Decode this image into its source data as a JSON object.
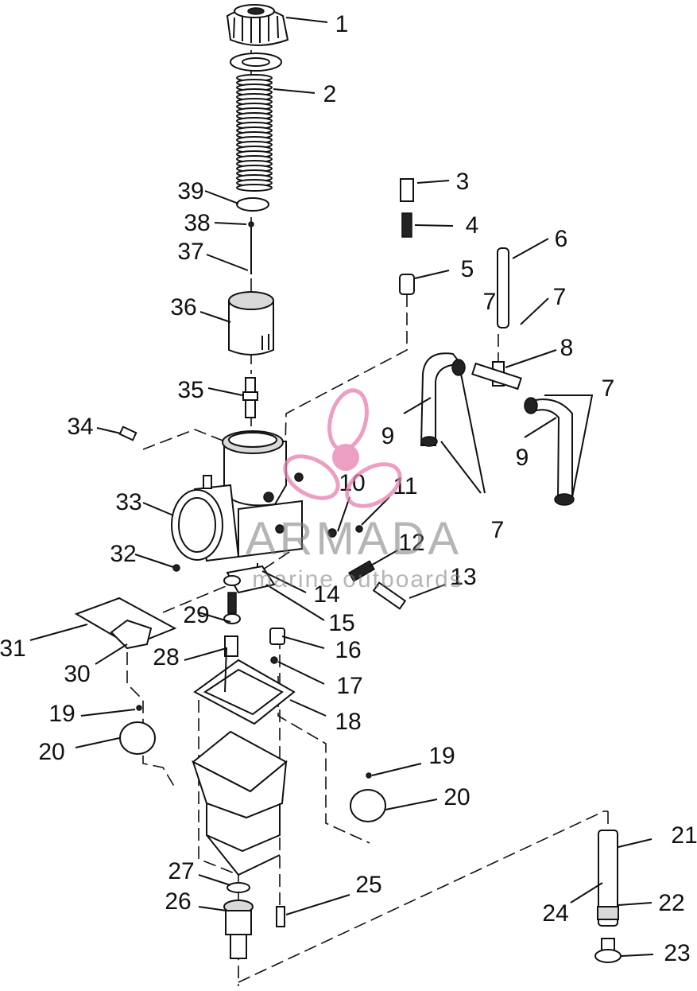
{
  "callouts": [
    {
      "n": "1"
    },
    {
      "n": "2"
    },
    {
      "n": "3"
    },
    {
      "n": "4"
    },
    {
      "n": "5"
    },
    {
      "n": "6"
    },
    {
      "n": "7"
    },
    {
      "n": "7"
    },
    {
      "n": "8"
    },
    {
      "n": "7"
    },
    {
      "n": "9"
    },
    {
      "n": "9"
    },
    {
      "n": "7"
    },
    {
      "n": "10"
    },
    {
      "n": "11"
    },
    {
      "n": "12"
    },
    {
      "n": "13"
    },
    {
      "n": "14"
    },
    {
      "n": "15"
    },
    {
      "n": "16"
    },
    {
      "n": "17"
    },
    {
      "n": "18"
    },
    {
      "n": "19"
    },
    {
      "n": "20"
    },
    {
      "n": "19"
    },
    {
      "n": "20"
    },
    {
      "n": "21"
    },
    {
      "n": "22"
    },
    {
      "n": "23"
    },
    {
      "n": "24"
    },
    {
      "n": "25"
    },
    {
      "n": "26"
    },
    {
      "n": "27"
    },
    {
      "n": "28"
    },
    {
      "n": "29"
    },
    {
      "n": "30"
    },
    {
      "n": "31"
    },
    {
      "n": "32"
    },
    {
      "n": "33"
    },
    {
      "n": "34"
    },
    {
      "n": "35"
    },
    {
      "n": "36"
    },
    {
      "n": "37"
    },
    {
      "n": "38"
    },
    {
      "n": "39"
    }
  ],
  "watermark": {
    "brand": "ARMADA",
    "tagline": "marine outboards",
    "logo_color": "#e87fb0"
  }
}
